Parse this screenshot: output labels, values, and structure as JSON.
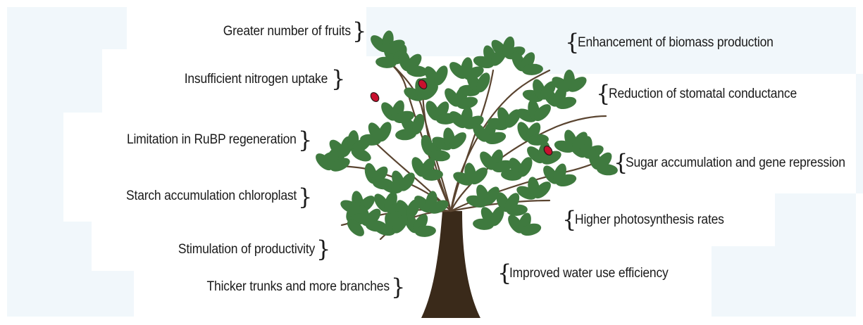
{
  "left_effects": [
    "Greater number of fruits",
    "Insufficient nitrogen uptake",
    "Limitation in RuBP regeneration",
    "Starch accumulation chloroplast",
    "Stimulation of productivity",
    "Thicker trunks and more branches"
  ],
  "right_effects": [
    "Enhancement of biomass production",
    "Reduction of stomatal conductance",
    "Sugar accumulation and gene repression",
    "Higher photosynthesis rates",
    "Improved water use efficiency"
  ],
  "colors": {
    "leaf": "#3f7a3f",
    "trunk": "#3a2a1a",
    "fruit": "#c8102e",
    "panel": "#f1f7fb",
    "text": "#1a1a1a"
  },
  "icons": {
    "tree": "tree-icon",
    "left_brace": "right-curly-brace",
    "right_brace": "left-curly-brace"
  }
}
